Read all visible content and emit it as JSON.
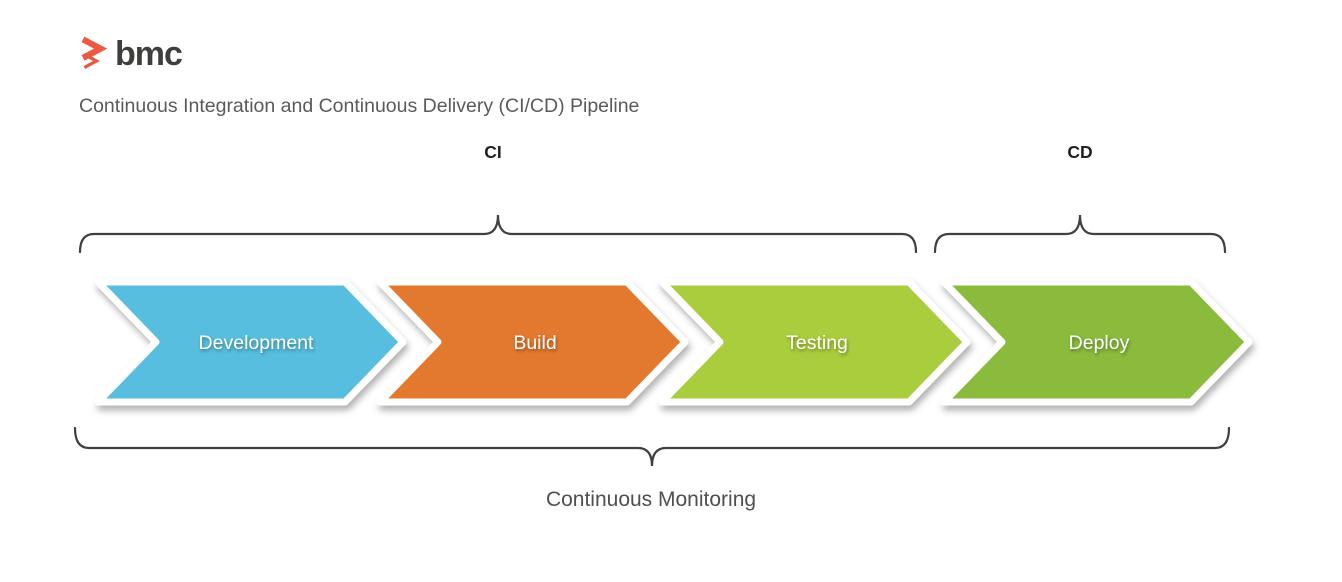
{
  "brand": {
    "logo_text": "bmc"
  },
  "title": "Continuous Integration and Continuous Delivery (CI/CD) Pipeline",
  "groups": {
    "ci": "CI",
    "cd": "CD",
    "monitoring": "Continuous Monitoring"
  },
  "pipeline": {
    "stages": [
      {
        "label": "Development",
        "color": "#59BEDF"
      },
      {
        "label": "Build",
        "color": "#E3792F"
      },
      {
        "label": "Testing",
        "color": "#AACD3E"
      },
      {
        "label": "Deploy",
        "color": "#8ABB3C"
      }
    ]
  },
  "colors": {
    "logo_mark": "#EB5A40",
    "logo_text": "#3E3E3D",
    "title_text": "#5A5A5A",
    "group_label_text": "#212121",
    "brace_stroke": "#404040",
    "stage_label_text": "#FFFFFF",
    "stage_border": "#FFFFFF",
    "background": "#FFFFFF"
  }
}
